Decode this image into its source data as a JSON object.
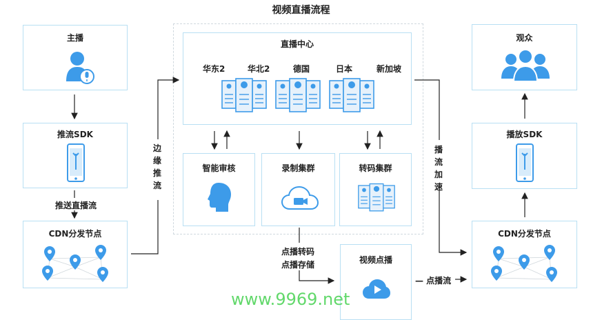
{
  "title": "视频直播流程",
  "anchor": {
    "label": "主播",
    "push_sdk": "推流SDK",
    "push_text": "推送直播流",
    "cdn": "CDN分发节点"
  },
  "edge_push": "边缘推流",
  "center": {
    "label": "直播中心",
    "regions": [
      "华东2",
      "华北2",
      "德国",
      "日本",
      "新加坡"
    ],
    "review": "智能审核",
    "record": "录制集群",
    "transcode": "转码集群"
  },
  "vod": {
    "transcode_text": "点播转码",
    "storage_text": "点播存储",
    "label": "视频点播",
    "flow_text": "— 点播流"
  },
  "accel": "播流加速",
  "audience": {
    "label": "观众",
    "play_sdk": "播放SDK",
    "cdn": "CDN分发节点"
  },
  "watermark": "www.9969.net",
  "colors": {
    "accent": "#3d9be9",
    "border": "#b8dff3"
  },
  "icons": [
    "user-mic-icon",
    "phone-icon",
    "map-pin-icon",
    "server-icon",
    "head-icon",
    "cloud-camera-icon",
    "play-cloud-icon",
    "audience-icon"
  ]
}
